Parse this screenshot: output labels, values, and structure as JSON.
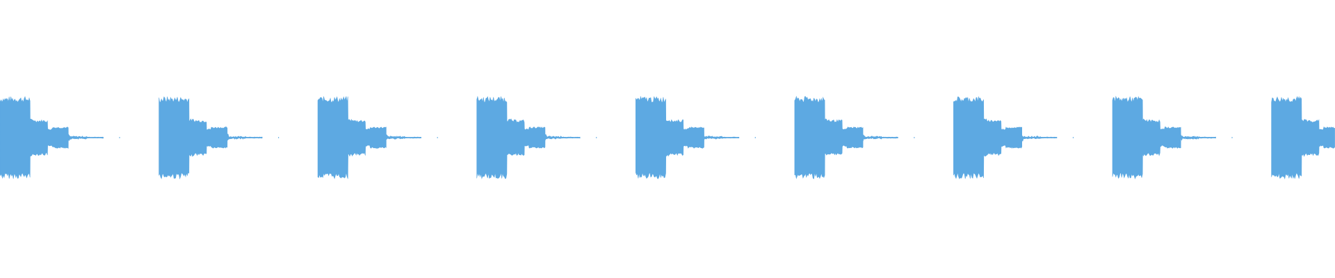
{
  "waveform": {
    "color": "#5da9e2",
    "background": "#ffffff",
    "repeat_count": 9,
    "loop_period_s": 1.0,
    "visible_duration_s": 8.4,
    "segments": [
      {
        "start_s": 0.0,
        "end_s": 0.19,
        "amplitude": 0.92
      },
      {
        "start_s": 0.19,
        "end_s": 0.22,
        "amplitude": 0.42
      },
      {
        "start_s": 0.22,
        "end_s": 0.3,
        "amplitude": 0.4
      },
      {
        "start_s": 0.3,
        "end_s": 0.33,
        "amplitude": 0.2
      },
      {
        "start_s": 0.33,
        "end_s": 0.43,
        "amplitude": 0.24
      },
      {
        "start_s": 0.43,
        "end_s": 0.44,
        "amplitude": 0.06
      },
      {
        "start_s": 0.44,
        "end_s": 0.55,
        "amplitude": 0.025
      },
      {
        "start_s": 0.55,
        "end_s": 0.65,
        "amplitude": 0.01
      }
    ]
  }
}
